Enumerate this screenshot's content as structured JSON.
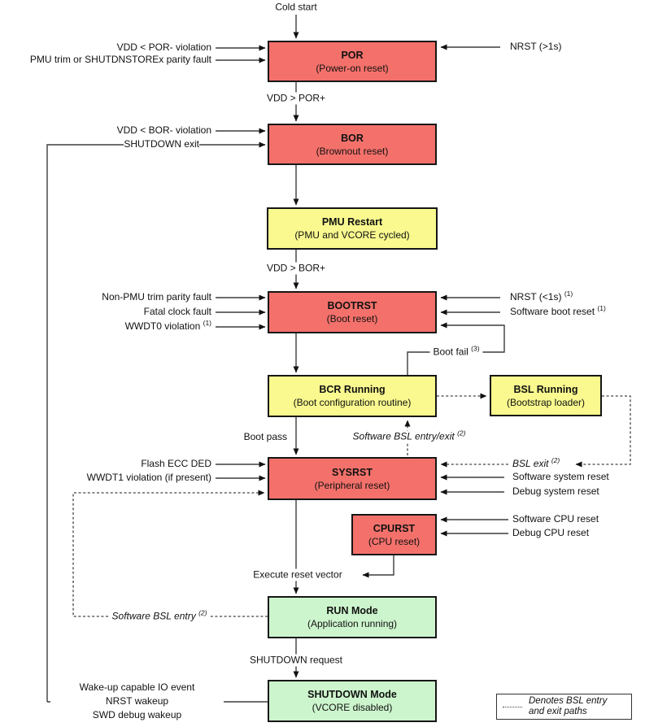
{
  "diagram": {
    "nodes": {
      "por": {
        "title": "POR",
        "subtitle": "(Power-on reset)"
      },
      "bor": {
        "title": "BOR",
        "subtitle": "(Brownout reset)"
      },
      "pmu_restart": {
        "title": "PMU Restart",
        "subtitle": "(PMU and VCORE cycled)"
      },
      "bootrst": {
        "title": "BOOTRST",
        "subtitle": "(Boot reset)"
      },
      "bcr_running": {
        "title": "BCR Running",
        "subtitle": "(Boot configuration routine)"
      },
      "bsl_running": {
        "title": "BSL Running",
        "subtitle": "(Bootstrap loader)"
      },
      "sysrst": {
        "title": "SYSRST",
        "subtitle": "(Peripheral reset)"
      },
      "cpurst": {
        "title": "CPURST",
        "subtitle": "(CPU reset)"
      },
      "run_mode": {
        "title": "RUN Mode",
        "subtitle": "(Application running)"
      },
      "shutdown_mode": {
        "title": "SHUTDOWN Mode",
        "subtitle": "(VCORE disabled)"
      }
    },
    "flow_labels": {
      "cold_start": "Cold start",
      "vdd_gt_por": "VDD > POR+",
      "vdd_gt_bor": "VDD > BOR+",
      "boot_pass": "Boot pass",
      "boot_fail": {
        "text": "Boot fail",
        "sup": "(3)"
      },
      "sw_bsl_entry_exit": {
        "text": "Software BSL entry/exit",
        "sup": "(2)"
      },
      "bsl_exit": {
        "text": "BSL exit",
        "sup": "(2)"
      },
      "sw_bsl_entry": {
        "text": "Software BSL entry",
        "sup": "(2)"
      },
      "execute_reset_vector": "Execute reset vector",
      "shutdown_request": "SHUTDOWN request"
    },
    "inputs": {
      "por_left": [
        {
          "text": "VDD < POR- violation"
        },
        {
          "text": "PMU trim or SHUTDNSTOREx parity fault"
        }
      ],
      "por_right": [
        {
          "text": "NRST (>1s)"
        }
      ],
      "bor_left": [
        {
          "text": "VDD < BOR- violation"
        },
        {
          "text": "SHUTDOWN exit"
        }
      ],
      "bootrst_left": [
        {
          "text": "Non-PMU trim parity fault"
        },
        {
          "text": "Fatal clock fault"
        },
        {
          "text": "WWDT0 violation",
          "sup": "(1)"
        }
      ],
      "bootrst_right": [
        {
          "text": "NRST (<1s)",
          "sup": "(1)"
        },
        {
          "text": "Software boot reset",
          "sup": "(1)"
        }
      ],
      "sysrst_left": [
        {
          "text": "Flash ECC DED"
        },
        {
          "text": "WWDT1 violation (if present)"
        }
      ],
      "sysrst_right": [
        {
          "text": "Software system reset"
        },
        {
          "text": "Debug system reset"
        }
      ],
      "cpurst_right": [
        {
          "text": "Software CPU reset"
        },
        {
          "text": "Debug CPU reset"
        }
      ],
      "shutdown_left": [
        {
          "text": "Wake-up capable IO event"
        },
        {
          "text": "NRST wakeup"
        },
        {
          "text": "SWD debug wakeup"
        }
      ]
    },
    "legend": {
      "line1": "Denotes BSL entry",
      "line2": "and exit paths"
    },
    "colors": {
      "reset_red": "#F4716B",
      "routine_yellow": "#F9F98F",
      "mode_green": "#CDF5CD",
      "line": "#3D3D3D",
      "border": "#161616"
    }
  }
}
